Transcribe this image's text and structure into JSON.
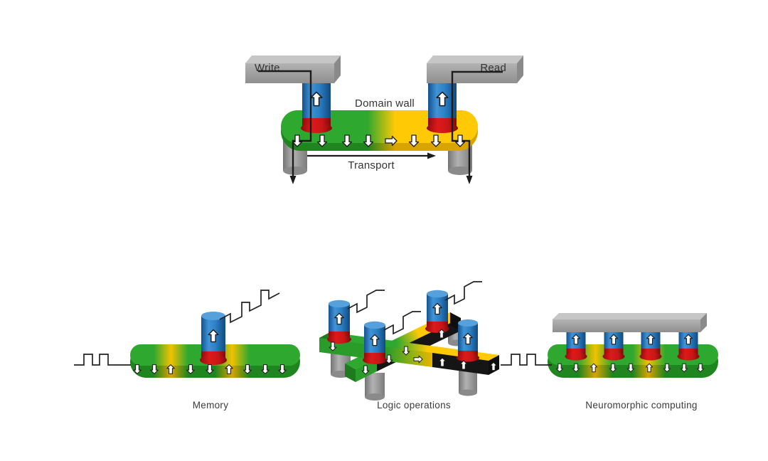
{
  "top_device": {
    "write_label": "Write",
    "read_label": "Read",
    "domain_wall_label": "Domain wall",
    "transport_label": "Transport",
    "track_arrows": [
      "down",
      "down",
      "down",
      "down",
      "right",
      "down",
      "down",
      "down"
    ],
    "pillar_arrows": [
      "up",
      "up"
    ]
  },
  "applications": [
    {
      "label": "Memory",
      "track_arrows": [
        "down",
        "down",
        "up",
        "down",
        "down",
        "up",
        "down",
        "down",
        "down"
      ],
      "pillar_arrows": [
        "up"
      ],
      "signals": [
        "square-wave-input",
        "staircase-output"
      ]
    },
    {
      "label": "Logic operations",
      "track_arrows": [
        "down",
        "down",
        "down",
        "down",
        "right",
        "up",
        "up",
        "up"
      ],
      "pillar_arrows": [
        "up",
        "up",
        "up",
        "up"
      ],
      "signals": [
        "step-pulse",
        "step-pulse",
        "step-pulse"
      ]
    },
    {
      "label": "Neuromorphic computing",
      "track_arrows": [
        "down",
        "down",
        "up",
        "down",
        "down",
        "up",
        "down",
        "down",
        "down"
      ],
      "pillar_arrows": [
        "up",
        "up",
        "up",
        "up"
      ],
      "signals": [
        "square-wave-input"
      ]
    }
  ],
  "colors": {
    "domain_green": "#2CA22C",
    "domain_yellow": "#FFC905",
    "pillar_blue": "#2B7FC4",
    "interface_red": "#C81616",
    "electrode_gray": "#A5A5A5",
    "shadow_black": "#151515",
    "wire_black": "#1C1C1C",
    "background": "#FFFFFF"
  }
}
